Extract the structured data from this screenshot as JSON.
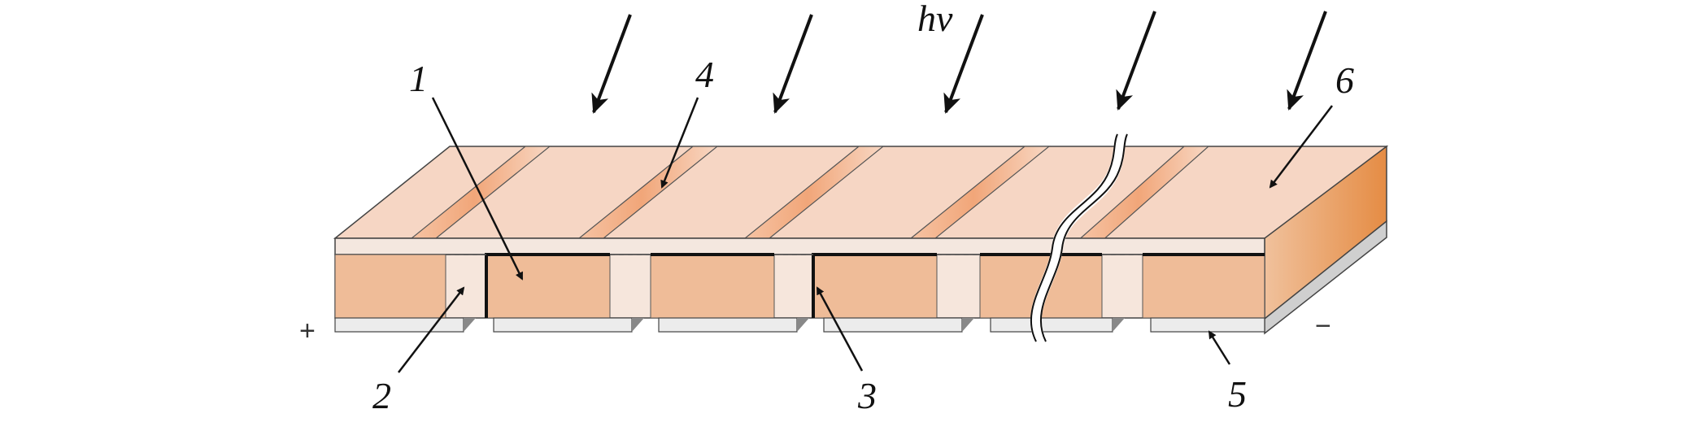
{
  "diagram": {
    "light_label": "hv",
    "labels": [
      "1",
      "2",
      "3",
      "4",
      "5",
      "6"
    ],
    "plus_sign": "+",
    "minus_sign": "−",
    "colors": {
      "top_face": "#f6d6c4",
      "groove": "#f3b08c",
      "front_layer": "#f4e7df",
      "cell_body": "#efbc98",
      "side_face": "#e7a874",
      "contact": "#e9e9e9",
      "outline": "#333333"
    }
  }
}
